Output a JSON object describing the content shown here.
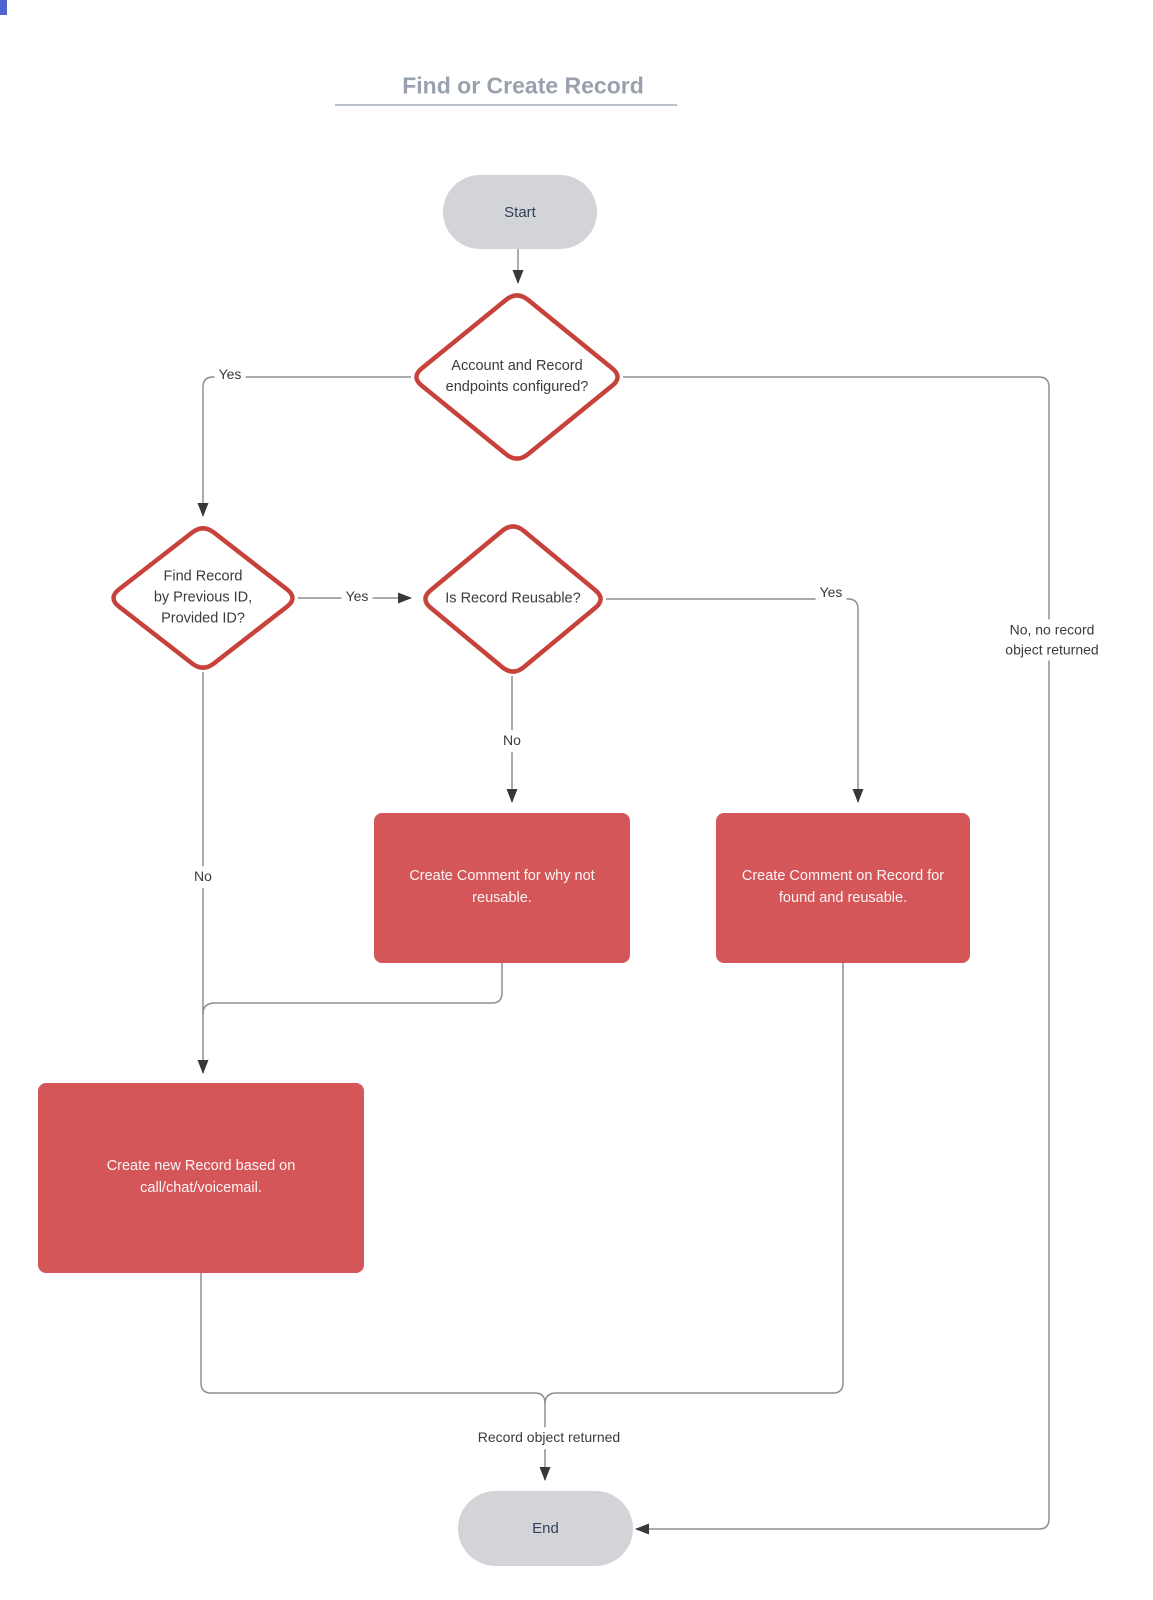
{
  "title": {
    "text": "Find or Create Record"
  },
  "nodes": {
    "start": {
      "label": "Start",
      "type": "terminator"
    },
    "endpoints_configured": {
      "type": "decision",
      "text": "Account and Record endpoints configured?",
      "lines": [
        "Account and Record",
        "endpoints configured?"
      ]
    },
    "find_record": {
      "type": "decision",
      "text": "Find Record by Previous ID, Provided ID?",
      "lines": [
        "Find Record",
        "by Previous ID,",
        "Provided ID?"
      ]
    },
    "is_reusable": {
      "type": "decision",
      "label": "Is Record Reusable?"
    },
    "comment_not_reusable": {
      "type": "process",
      "text": "Create Comment for why not reusable.",
      "lines": [
        "Create Comment for why not",
        "reusable."
      ]
    },
    "comment_found_reusable": {
      "type": "process",
      "text": "Create Comment on Record for found and reusable.",
      "lines": [
        "Create Comment on Record for",
        "found and reusable."
      ]
    },
    "create_new_record": {
      "type": "process",
      "text": "Create new Record based on call/chat/voicemail.",
      "lines": [
        "Create new Record based on",
        "call/chat/voicemail."
      ]
    },
    "end": {
      "label": "End",
      "type": "terminator"
    }
  },
  "edge_labels": {
    "yes_endpoints": "Yes",
    "yes_find": "Yes",
    "yes_reusable": "Yes",
    "no_find": "No",
    "no_reusable": "No",
    "no_no_record": {
      "text": "No, no record object returned",
      "lines": [
        "No, no record",
        "object returned"
      ]
    },
    "record_returned": "Record object returned"
  },
  "colors": {
    "process_fill": "#d45659",
    "decision_border": "#c8423c",
    "terminator_fill": "#d2d4d7",
    "terminator_text": "#33415a",
    "connector": "#8f8f8f",
    "arrowhead": "#38383a",
    "title_text": "#99a1ae",
    "label_text": "#3b3b3b"
  }
}
